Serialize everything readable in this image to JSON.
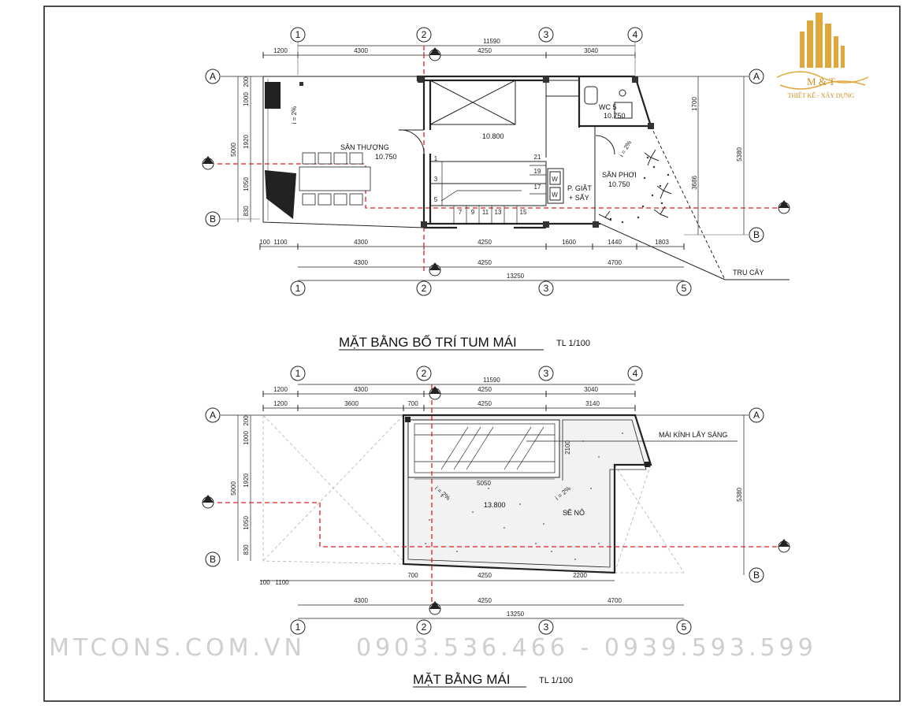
{
  "top_plan": {
    "title": "MẶT BẰNG BỐ TRÍ TUM MÁI",
    "scale": "TL 1/100",
    "grid_cols_top": [
      "1",
      "2",
      "3",
      "4"
    ],
    "grid_cols_bottom": [
      "1",
      "2",
      "3",
      "5"
    ],
    "grid_rows": [
      "A",
      "B"
    ],
    "dims_top_total": "11590",
    "dims_top": [
      "1200",
      "4300",
      "4250",
      "3040"
    ],
    "dims_bottom_1": [
      "100",
      "1100",
      "4300",
      "4250",
      "1600",
      "1440",
      "1803"
    ],
    "dims_bottom_2": [
      "4300",
      "4250",
      "4700"
    ],
    "dims_bottom_total": "13250",
    "dims_left": [
      "200",
      "1000",
      "1920",
      "1050",
      "830"
    ],
    "dims_left_total": "5000",
    "dims_right": [
      "1700",
      "3686"
    ],
    "dims_right_total": "5380",
    "rooms": {
      "terrace": "SÂN THƯỢNG",
      "terrace_level": "10.750",
      "stair_level": "10.800",
      "wc": "WC 5",
      "wc_level": "10.750",
      "laundry": "P. GIẶT",
      "laundry2": "+ SẤY",
      "drying": "SÂN PHƠI",
      "drying_level": "10.750",
      "tree": "TRỤ CÂY",
      "slope": "i = 2%",
      "stair_steps": [
        "7",
        "9",
        "11",
        "13",
        "15",
        "17",
        "19",
        "21"
      ],
      "stair_steps_left": [
        "1",
        "3",
        "5"
      ],
      "washer": "W"
    }
  },
  "bottom_plan": {
    "title": "MẶT BẰNG MÁI",
    "scale": "TL 1/100",
    "grid_cols_top": [
      "1",
      "2",
      "3",
      "4"
    ],
    "grid_cols_bottom": [
      "1",
      "2",
      "3",
      "5"
    ],
    "grid_rows": [
      "A",
      "B"
    ],
    "dims_top_total": "11590",
    "dims_top": [
      "1200",
      "4300",
      "4250",
      "3040"
    ],
    "dims_top_2": [
      "1200",
      "3600",
      "700",
      "4250",
      "3140"
    ],
    "dims_bottom_1": [
      "100",
      "1100",
      "700",
      "4250",
      "2200"
    ],
    "dims_bottom_2": [
      "4300",
      "4250",
      "4700"
    ],
    "dims_bottom_total": "13250",
    "dims_left": [
      "200",
      "1000",
      "1920",
      "1050",
      "830"
    ],
    "dims_left_total": "5000",
    "dims_right_total": "5380",
    "skylight_width": "5050",
    "skylight_height": "2100",
    "skylight_label": "MÁI KÍNH LẤY SÁNG",
    "roof_level": "13.800",
    "roof_label": "SÊ NÔ",
    "slope": "i = 2%"
  },
  "logo": {
    "mark": "M & T",
    "tagline": "THIẾT KẾ - XÂY DỰNG"
  },
  "watermark": {
    "site": "MTCONS.COM.VN",
    "phones": "0903.536.466 - 0939.593.599"
  }
}
